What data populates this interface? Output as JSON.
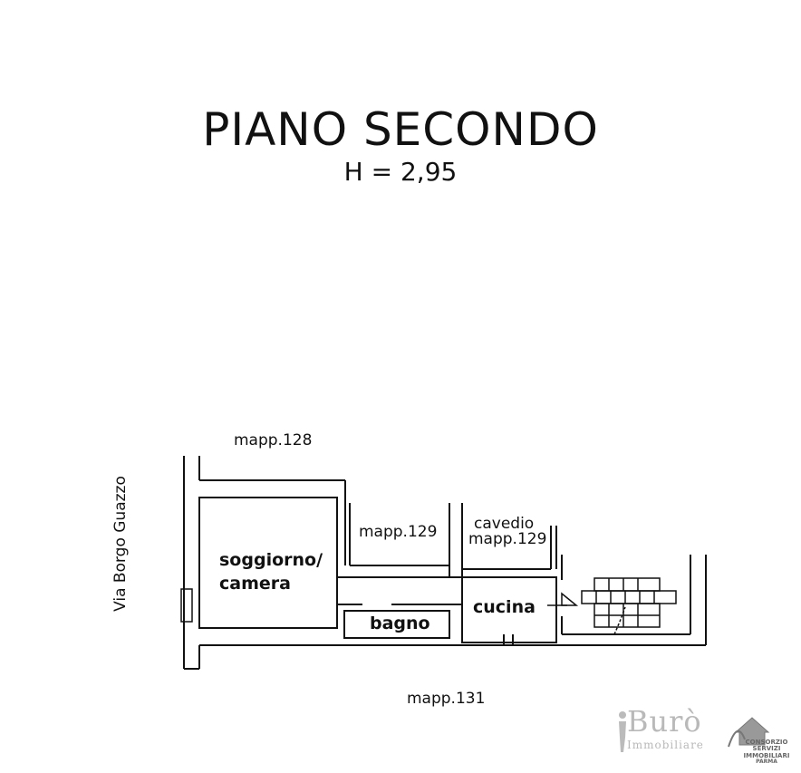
{
  "heading": {
    "title": "PIANO SECONDO",
    "height": "H = 2,95"
  },
  "neighbours": {
    "north": "mapp.128",
    "courtyard_left": "mapp.129",
    "courtyard_right_top": "cavedio",
    "courtyard_right_bottom": "mapp.129",
    "south": "mapp.131",
    "street": "Via Borgo Guazzo"
  },
  "rooms": {
    "living_line1": "soggiorno/",
    "living_line2": "camera",
    "bath": "bagno",
    "kitchen": "cucina"
  },
  "logos": {
    "buro_main": "Burò",
    "buro_sub": "Immobiliare",
    "consorzio_l1": "CONSORZIO",
    "consorzio_l2": "SERVIZI",
    "consorzio_l3": "IMMOBILIARI",
    "consorzio_l4": "PARMA"
  },
  "colors": {
    "ink": "#111111",
    "watermark": "#b9b9b9"
  }
}
